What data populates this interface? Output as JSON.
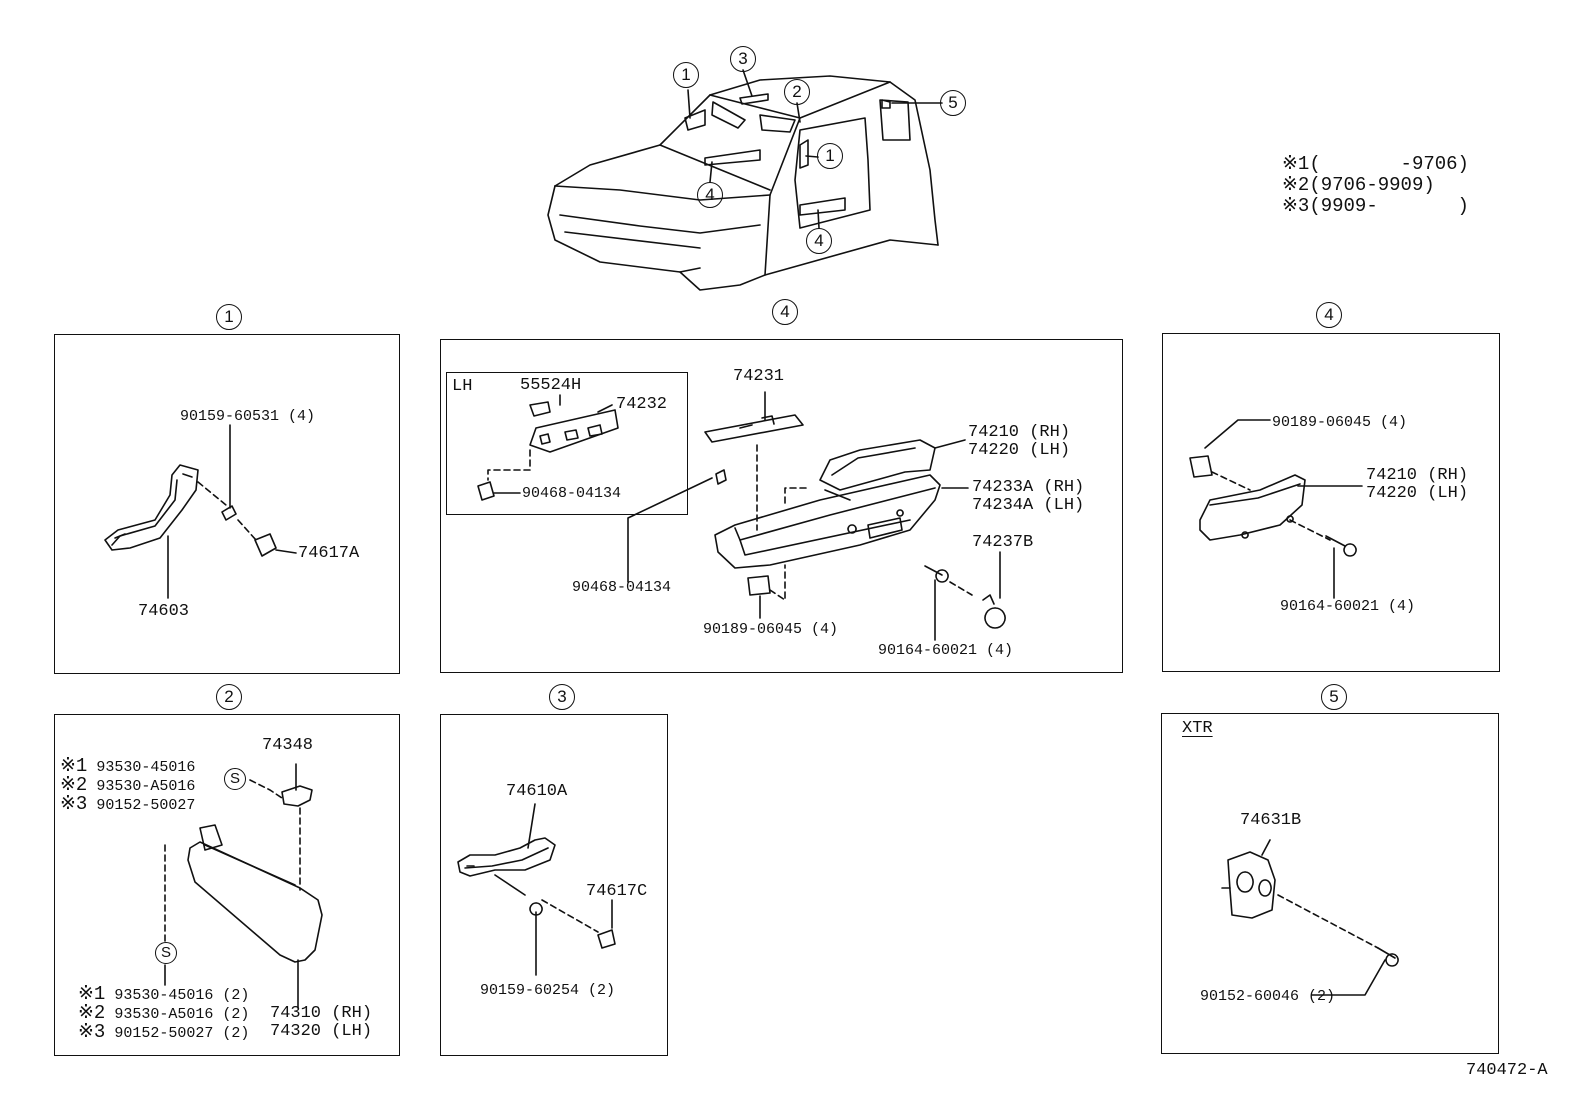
{
  "legend": [
    {
      "mark": "※1",
      "range": "(       -9706)"
    },
    {
      "mark": "※2",
      "range": "(9706-9909)"
    },
    {
      "mark": "※3",
      "range": "(9909-       )"
    }
  ],
  "overview": {
    "callouts": [
      "1",
      "3",
      "2",
      "5",
      "1",
      "4",
      "4"
    ]
  },
  "panel1": {
    "index": "1",
    "parts": {
      "screw": "90159-60531 (4)",
      "cover": "74617A",
      "grip": "74603"
    }
  },
  "panel4a": {
    "index": "4",
    "lh_label": "LH",
    "lh_parts": {
      "clip_top": "55524H",
      "plate": "74232",
      "clip_bottom": "90468-04134"
    },
    "parts": {
      "plate": "74231",
      "pad_rh": "74210 (RH)",
      "pad_lh": "74220 (LH)",
      "base_rh": "74233A (RH)",
      "base_lh": "74234A (LH)",
      "cap": "74237B",
      "clip": "90468-04134",
      "nut": "90189-06045 (4)",
      "screw": "90164-60021 (4)"
    }
  },
  "panel4b": {
    "index": "4",
    "parts": {
      "nut": "90189-06045 (4)",
      "pad_rh": "74210 (RH)",
      "pad_lh": "74220 (LH)",
      "screw": "90164-60021 (4)"
    }
  },
  "panel2": {
    "index": "2",
    "top_parts": [
      {
        "mark": "※1",
        "code": "93530-45016"
      },
      {
        "mark": "※2",
        "code": "93530-A5016"
      },
      {
        "mark": "※3",
        "code": "90152-50027"
      }
    ],
    "s_symbol": "S",
    "holder": "74348",
    "bottom_parts": [
      {
        "mark": "※1",
        "code": "93530-45016 (2)"
      },
      {
        "mark": "※2",
        "code": "93530-A5016 (2)"
      },
      {
        "mark": "※3",
        "code": "90152-50027 (2)"
      }
    ],
    "visor_rh": "74310 (RH)",
    "visor_lh": "74320 (LH)"
  },
  "panel3": {
    "index": "3",
    "parts": {
      "grip": "74610A",
      "cover": "74617C",
      "screw": "90159-60254 (2)"
    }
  },
  "panel5": {
    "index": "5",
    "label": "XTR",
    "parts": {
      "hook": "74631B",
      "screw": "90152-60046 (2)"
    }
  },
  "figure_id": "740472-A"
}
